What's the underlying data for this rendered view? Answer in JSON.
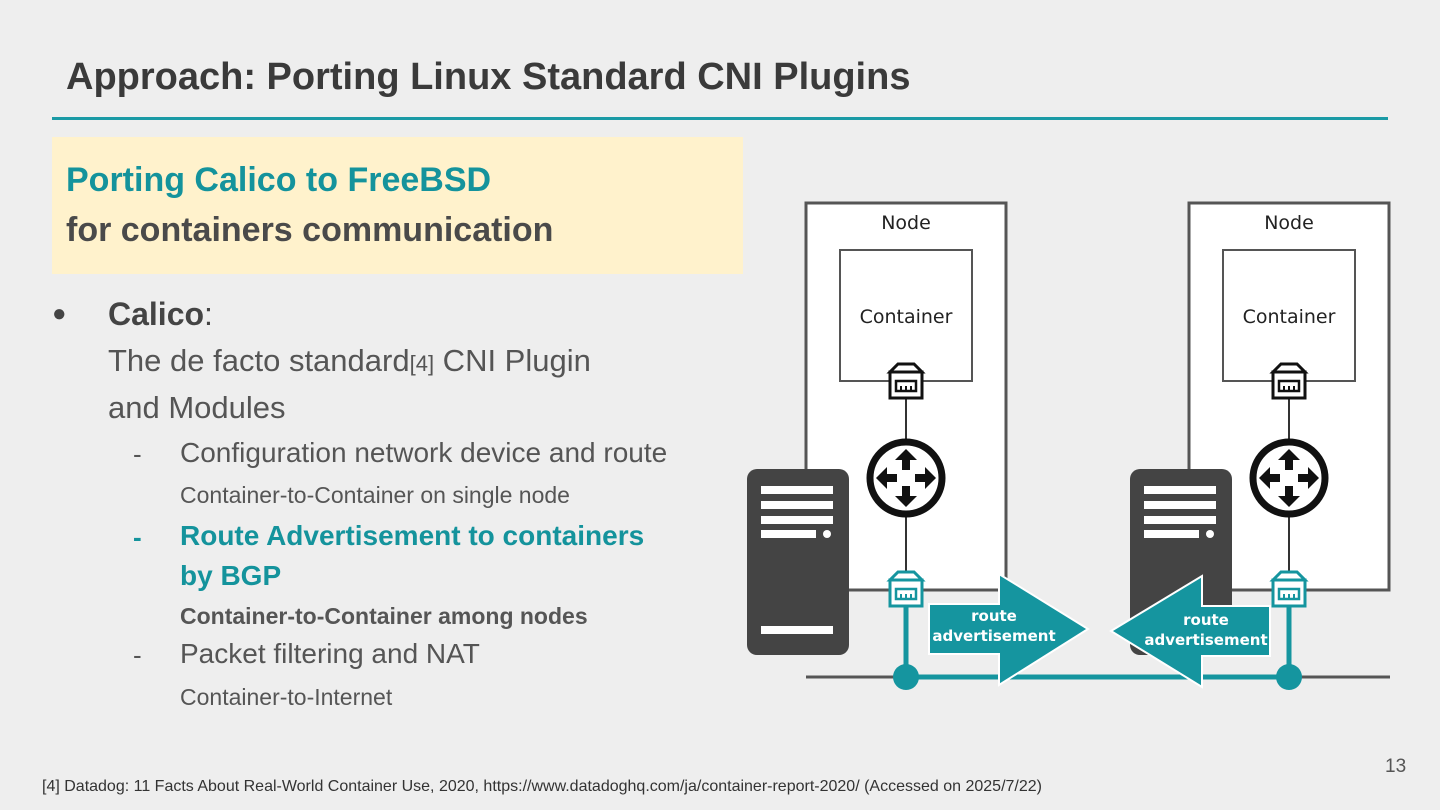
{
  "slide": {
    "title": "Approach: Porting Linux Standard CNI Plugins",
    "page_number": "13",
    "footnote": "[4]  Datadog: 11 Facts About Real-World Container Use, 2020, https://www.datadoghq.com/ja/container-report-2020/ (Accessed on 2025/7/22)"
  },
  "callout": {
    "line1": "Porting Calico to FreeBSD",
    "line2": "for containers communication"
  },
  "bullets": {
    "main_bullet": "●",
    "calico_term": "Calico",
    "calico_colon": ":",
    "desc_part1": "The de facto standard",
    "desc_ref": "[4]",
    "desc_part2": " CNI Plugin",
    "desc_line2": "and Modules",
    "dash": "-",
    "items": [
      {
        "main": "Configuration network device and route",
        "note": "Container-to-Container on single node"
      },
      {
        "main_line1": "Route Advertisement to containers",
        "main_line2": "by BGP",
        "note": "Container-to-Container among nodes"
      },
      {
        "main": "Packet filtering and NAT",
        "note": "Container-to-Internet"
      }
    ]
  },
  "diagram": {
    "node_label": "Node",
    "container_label": "Container",
    "arrow_label_line1": "route",
    "arrow_label_line2": "advertisement",
    "colors": {
      "teal": "#15959f",
      "server": "#444444",
      "outline": "#555555"
    },
    "icons": [
      "ethernet-port-icon",
      "router-icon",
      "server-icon",
      "arrow-right-icon",
      "arrow-left-icon"
    ]
  }
}
